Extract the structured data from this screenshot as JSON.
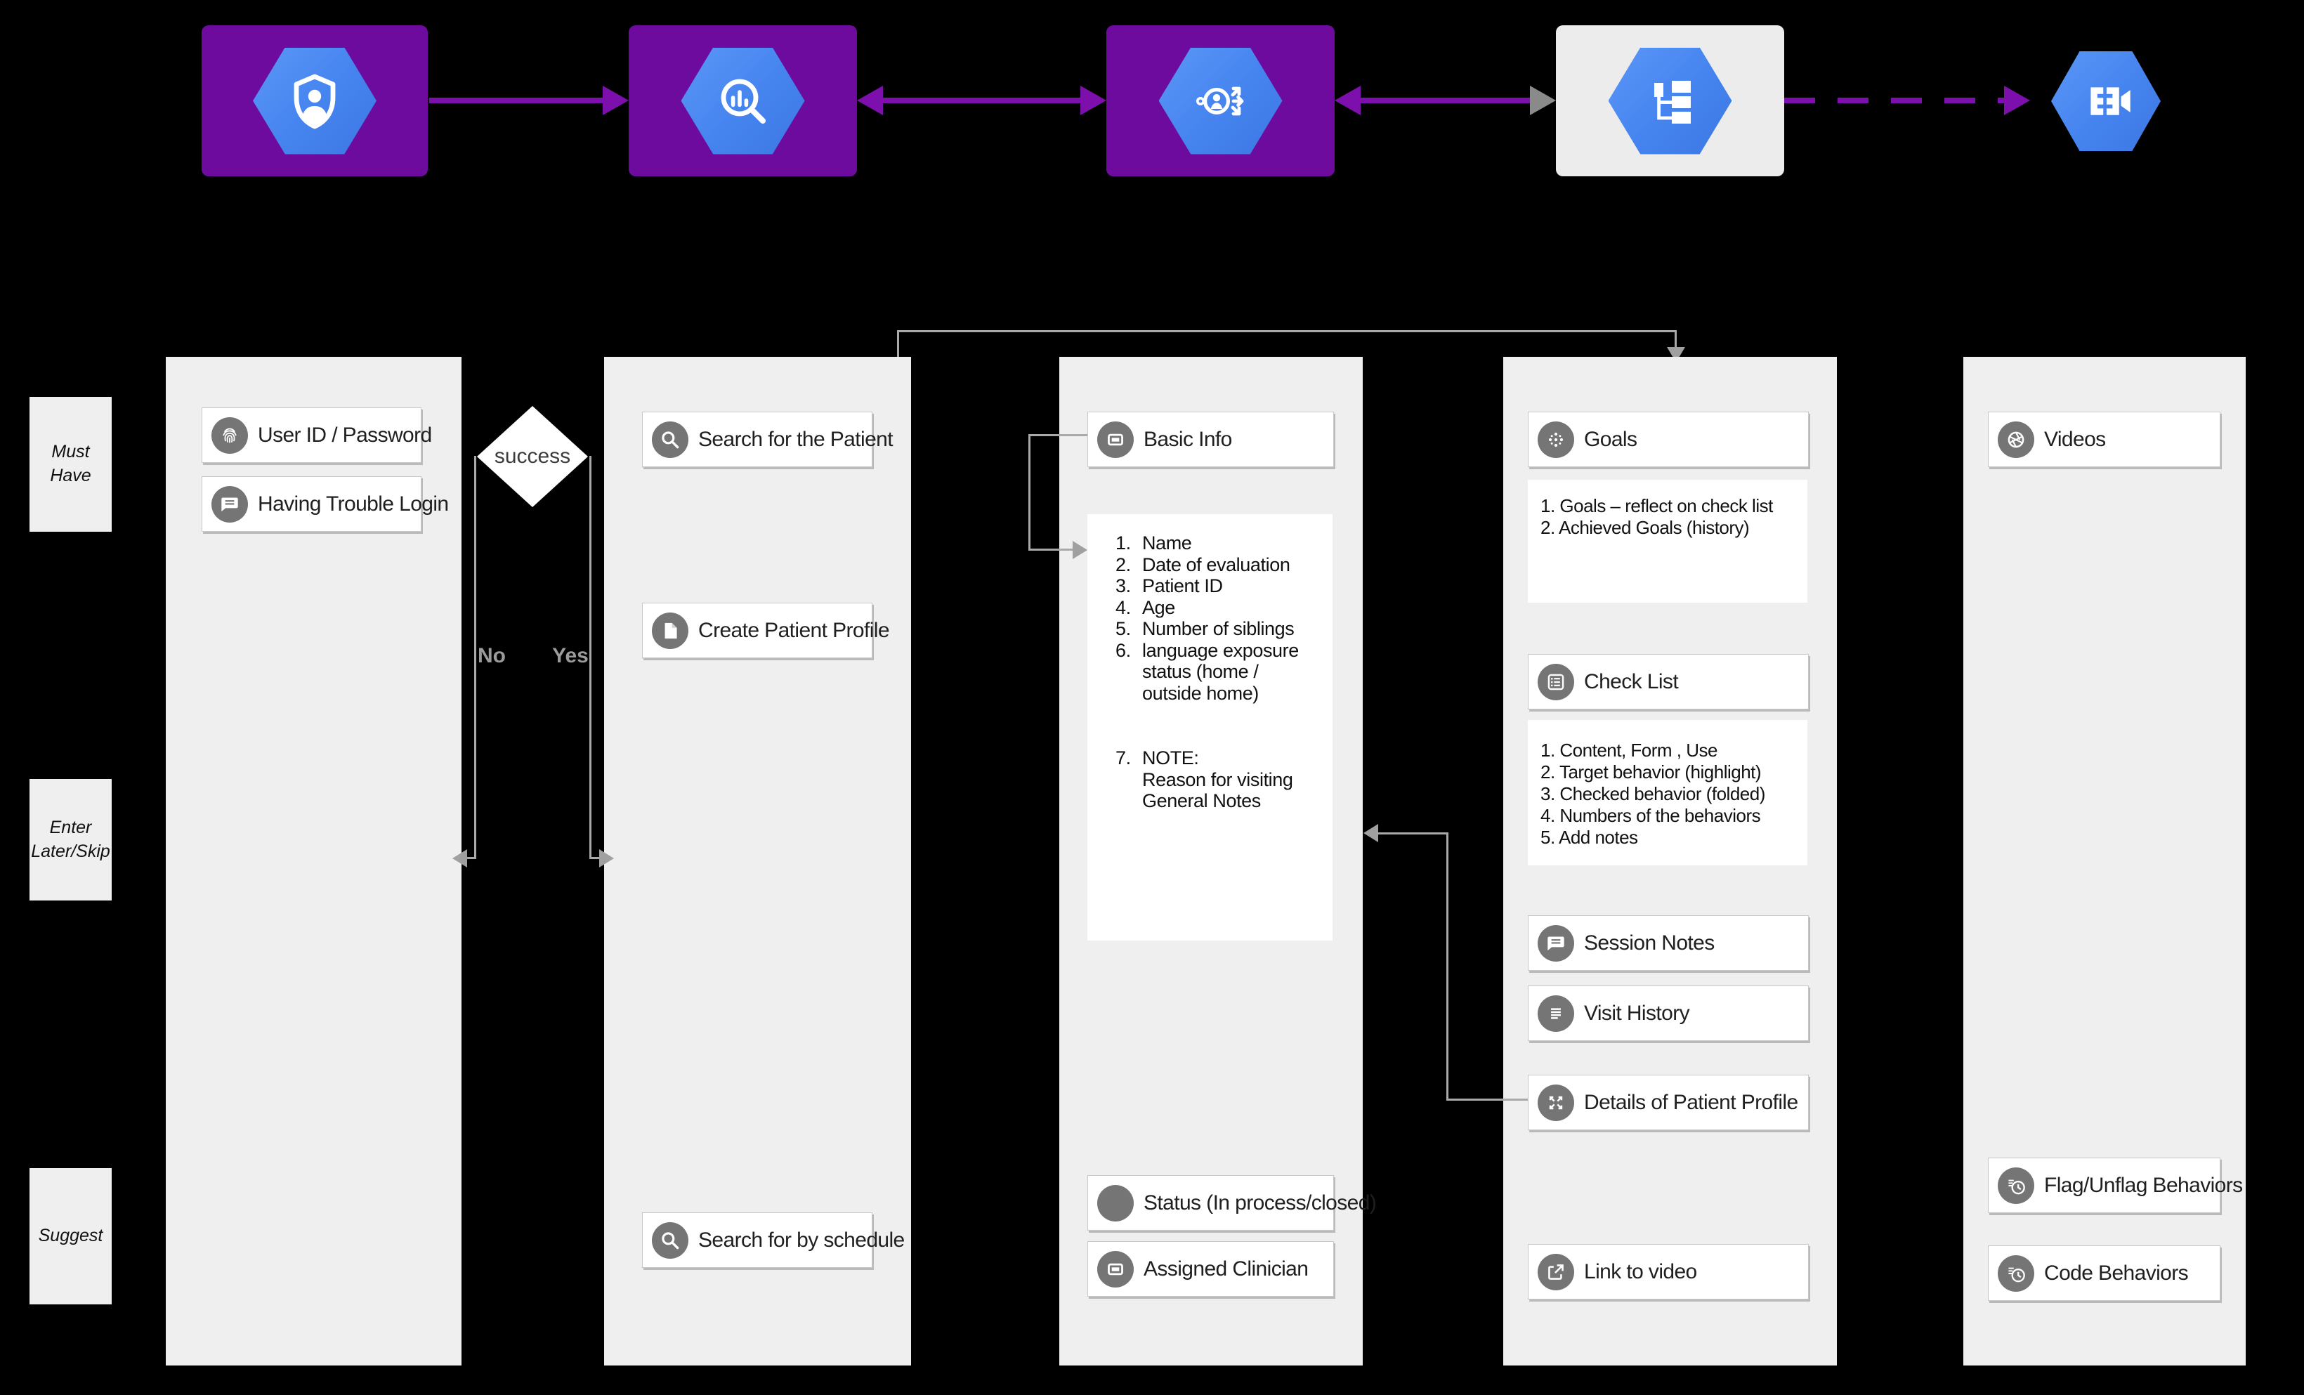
{
  "colors": {
    "canvas": "#000000",
    "tile_purple": "#6c0b9d",
    "arrow_purple": "#7d0fad",
    "hexagon_blue": "#4583ef",
    "panel_gray": "#efefef",
    "icon_gray": "#757575",
    "connector_gray": "#a9a9a9"
  },
  "pipeline": {
    "nodes": [
      {
        "icon": "shield-user-icon",
        "tile": "purple"
      },
      {
        "icon": "search-insights-icon",
        "tile": "purple"
      },
      {
        "icon": "identity-arrows-icon",
        "tile": "purple"
      },
      {
        "icon": "hierarchy-list-icon",
        "tile": "light"
      },
      {
        "icon": "video-intelligence-icon",
        "tile": "none"
      }
    ],
    "connectors": [
      "solid-right",
      "double-headed",
      "double-headed",
      "dashed-right"
    ]
  },
  "row_labels": [
    {
      "line1": "Must",
      "line2": "Have"
    },
    {
      "line1": "Enter",
      "line2": "Later/Skip"
    },
    {
      "line1": "Suggest",
      "line2": ""
    }
  ],
  "decision": {
    "label": "success",
    "branch_no": "No",
    "branch_yes": "Yes"
  },
  "columns": [
    {
      "cards": [
        {
          "icon": "fingerprint-icon",
          "label": "User ID / Password"
        },
        {
          "icon": "chat-icon",
          "label": "Having Trouble Login"
        }
      ]
    },
    {
      "cards": [
        {
          "icon": "search-icon",
          "label": "Search for the Patient"
        },
        {
          "icon": "file-icon",
          "label": "Create Patient Profile"
        },
        {
          "icon": "search-icon",
          "label": "Search for by schedule"
        }
      ]
    },
    {
      "cards": [
        {
          "icon": "card-icon",
          "label": "Basic Info"
        },
        {
          "icon": "circle-icon",
          "label": "Status (In process/closed)"
        },
        {
          "icon": "card-icon",
          "label": "Assigned Clinician"
        }
      ],
      "basic_info_list": [
        {
          "num": "1.",
          "line1": "Name",
          "line2": "",
          "line3": ""
        },
        {
          "num": "2.",
          "line1": "Date of evaluation",
          "line2": "",
          "line3": ""
        },
        {
          "num": "3.",
          "line1": "Patient ID",
          "line2": "",
          "line3": ""
        },
        {
          "num": "4.",
          "line1": "Age",
          "line2": "",
          "line3": ""
        },
        {
          "num": "5.",
          "line1": "Number of siblings",
          "line2": "",
          "line3": ""
        },
        {
          "num": "6.",
          "line1": "language exposure",
          "line2": "status (home /",
          "line3": "outside home)"
        },
        {
          "num": "7.",
          "line1": "NOTE:",
          "line2": "Reason for visiting",
          "line3": "General Notes"
        }
      ]
    },
    {
      "cards": [
        {
          "icon": "dots-grid-icon",
          "label": "Goals"
        },
        {
          "icon": "checklist-icon",
          "label": "Check List"
        },
        {
          "icon": "chat-icon",
          "label": "Session Notes"
        },
        {
          "icon": "lines-icon",
          "label": "Visit History"
        },
        {
          "icon": "expand-icon",
          "label": "Details of Patient Profile"
        },
        {
          "icon": "open-in-new-icon",
          "label": "Link to video"
        }
      ],
      "goals_list": [
        "1. Goals – reflect on check list",
        "2. Achieved Goals (history)"
      ],
      "check_list": [
        "1. Content, Form , Use",
        "2. Target behavior (highlight)",
        "3. Checked behavior (folded)",
        "4. Numbers of the behaviors",
        "5. Add notes"
      ]
    },
    {
      "cards": [
        {
          "icon": "aperture-icon",
          "label": "Videos"
        },
        {
          "icon": "pending-icon",
          "label": "Flag/Unflag Behaviors"
        },
        {
          "icon": "pending-icon",
          "label": "Code Behaviors"
        }
      ]
    }
  ]
}
